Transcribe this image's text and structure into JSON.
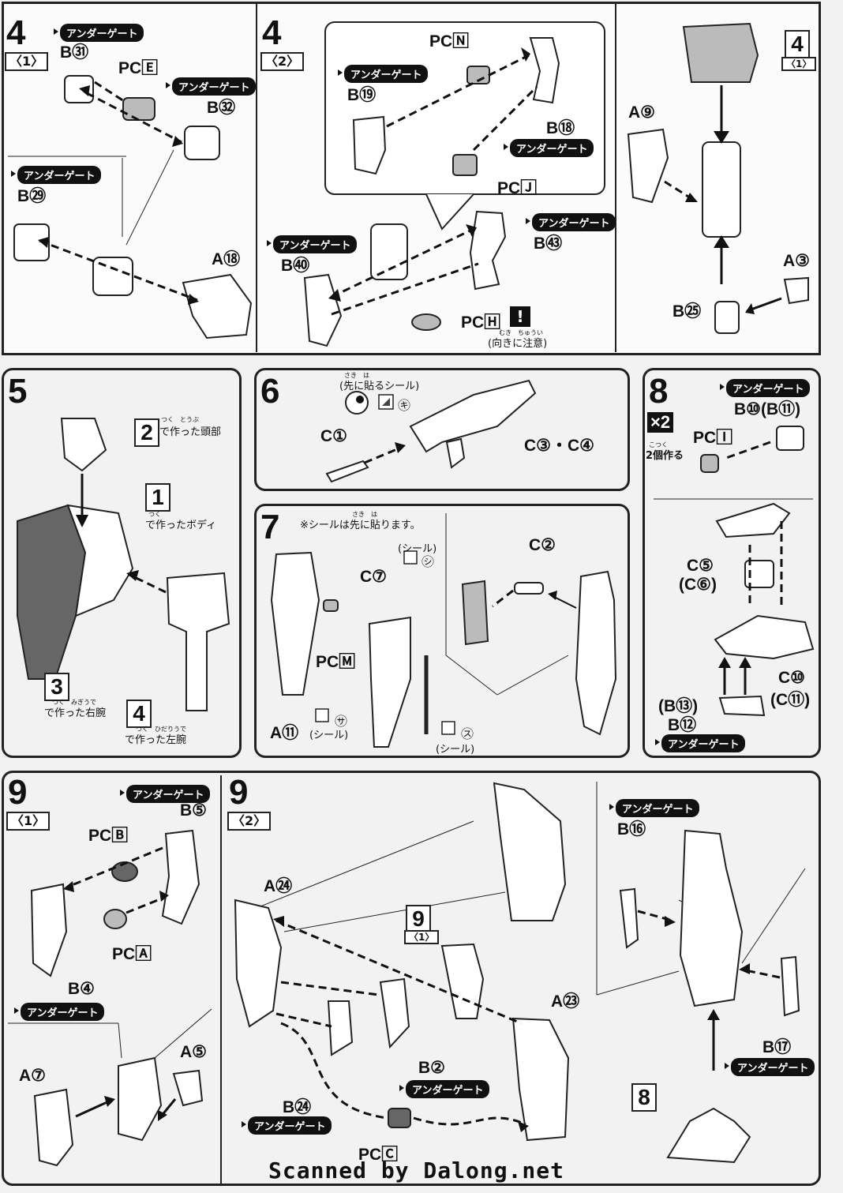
{
  "under_gate": "アンダーゲート",
  "step4": {
    "number": "4",
    "sub1": "〈1〉",
    "sub2": "〈2〉",
    "labels1": [
      "B㉛",
      "PC🄴",
      "B㉜",
      "B㉙",
      "A⑱"
    ],
    "labels2": [
      "PC🄽",
      "B⑲",
      "B⑱",
      "PC🄹",
      "B㊵",
      "B㊸",
      "PC🄷"
    ],
    "caution_ruby": "むき　ちゅうい",
    "caution": "(向きに注意)",
    "labels3": [
      "A⑨",
      "A③",
      "B㉕"
    ],
    "ref": "4",
    "ref_sub": "〈1〉"
  },
  "step5": {
    "number": "5",
    "ref2": "2",
    "ref2_text": "で作った頭部",
    "ref2_ruby": "つく　とうぶ",
    "ref1": "1",
    "ref1_text": "で作ったボディ",
    "ref1_ruby": "つく",
    "ref3": "3",
    "ref3_text": "で作った右腕",
    "ref3_ruby": "つく　みぎうで",
    "ref4": "4",
    "ref4_text": "で作った左腕",
    "ref4_ruby": "つく　ひだりうで"
  },
  "step6": {
    "number": "6",
    "sticker_note": "(先に貼るシール)",
    "sticker_ruby": "さき　は",
    "sticker_code": "㋖",
    "labels": [
      "C①",
      "C③・C④"
    ]
  },
  "step7": {
    "number": "7",
    "note": "※シールは先に貼ります。",
    "note_ruby": "さき　は",
    "seal": "(シール)",
    "seal_codes": [
      "㋛",
      "㋚",
      "㋜"
    ],
    "labels": [
      "C⑦",
      "PC🄼",
      "A⑪",
      "C②"
    ]
  },
  "step8": {
    "number": "8",
    "x2": "×2",
    "make2": "2個作る",
    "make2_ruby": "こつく",
    "labels": [
      "B⑩(B⑪)",
      "PC🄸",
      "C⑤",
      "(C⑥)",
      "C⑩",
      "(C⑪)",
      "(B⑬)",
      "B⑫"
    ]
  },
  "step9": {
    "number": "9",
    "sub1": "〈1〉",
    "sub2": "〈2〉",
    "labels1": [
      "B⑤",
      "PC🄱",
      "PC🄰",
      "B④",
      "A⑤",
      "A⑦"
    ],
    "labels2": [
      "A㉔",
      "A㉓",
      "B②",
      "B㉔",
      "PC🄲",
      "B⑯",
      "B⑰"
    ],
    "ref9": "9",
    "ref9_sub": "〈1〉",
    "ref8": "8"
  },
  "footer": "Scanned by Dalong.net"
}
